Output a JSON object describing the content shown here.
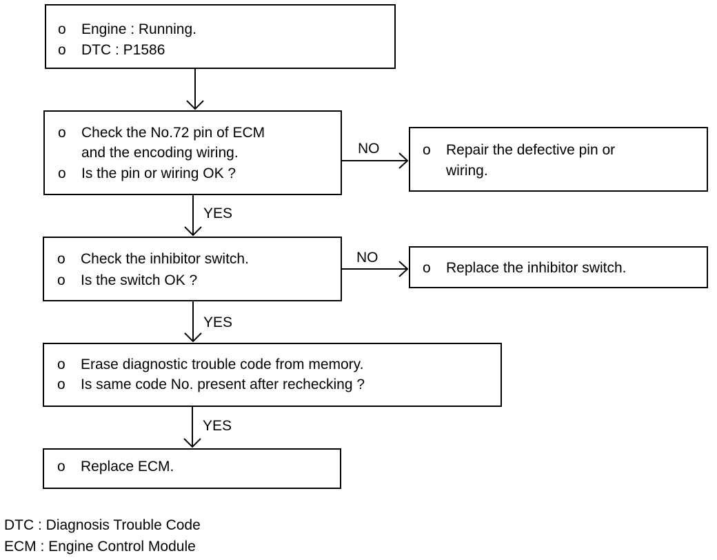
{
  "bullet": "o",
  "nodes": {
    "n1": {
      "lines": [
        "Engine : Running.",
        "DTC : P1586"
      ]
    },
    "n2": {
      "lines": [
        "Check the No.72 pin of ECM",
        "and the encoding wiring.",
        "Is the pin or wiring OK ?"
      ]
    },
    "n2r": {
      "lines": [
        "Repair the defective pin or",
        "wiring."
      ]
    },
    "n3": {
      "lines": [
        "Check the inhibitor switch.",
        "Is the switch OK ?"
      ]
    },
    "n3r": {
      "lines": [
        "Replace the inhibitor switch."
      ]
    },
    "n4": {
      "lines": [
        "Erase diagnostic trouble code from memory.",
        "Is same code No. present after rechecking ?"
      ]
    },
    "n5": {
      "lines": [
        "Replace ECM."
      ]
    }
  },
  "edge_labels": {
    "no_1": "NO",
    "yes_1": "YES",
    "no_2": "NO",
    "yes_2": "YES",
    "yes_3": "YES"
  },
  "legend": [
    "DTC : Diagnosis Trouble Code",
    "ECM : Engine Control Module"
  ]
}
